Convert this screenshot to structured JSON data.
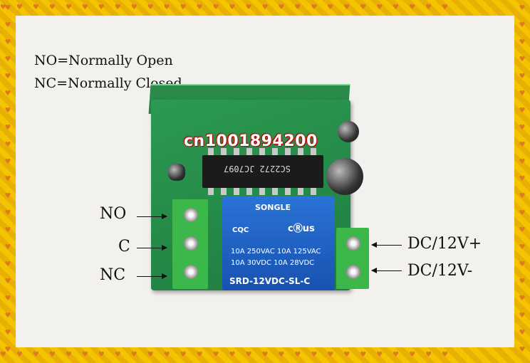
{
  "legend": {
    "line1": "NO=Normally Open",
    "line2": "NC=Normally Closed"
  },
  "left_terminals": [
    "NO",
    "C",
    "NC"
  ],
  "right_terminals": [
    "DC/12V+",
    "DC/12V-"
  ],
  "watermark": "cn1001894200",
  "relay": {
    "brand": "SONGLE",
    "cert1": "CQC",
    "cert2": "cⓇus",
    "rating1": "10A 250VAC   10A 125VAC",
    "rating2": "10A  30VDC   10A  28VDC",
    "model": "SRD-12VDC-SL-C"
  },
  "chip": {
    "label": "SC2272  JC7097"
  },
  "colors": {
    "border": "#f4c400",
    "board": "#1f7d40",
    "relay": "#1852b0",
    "terminal": "#3cb84a"
  }
}
